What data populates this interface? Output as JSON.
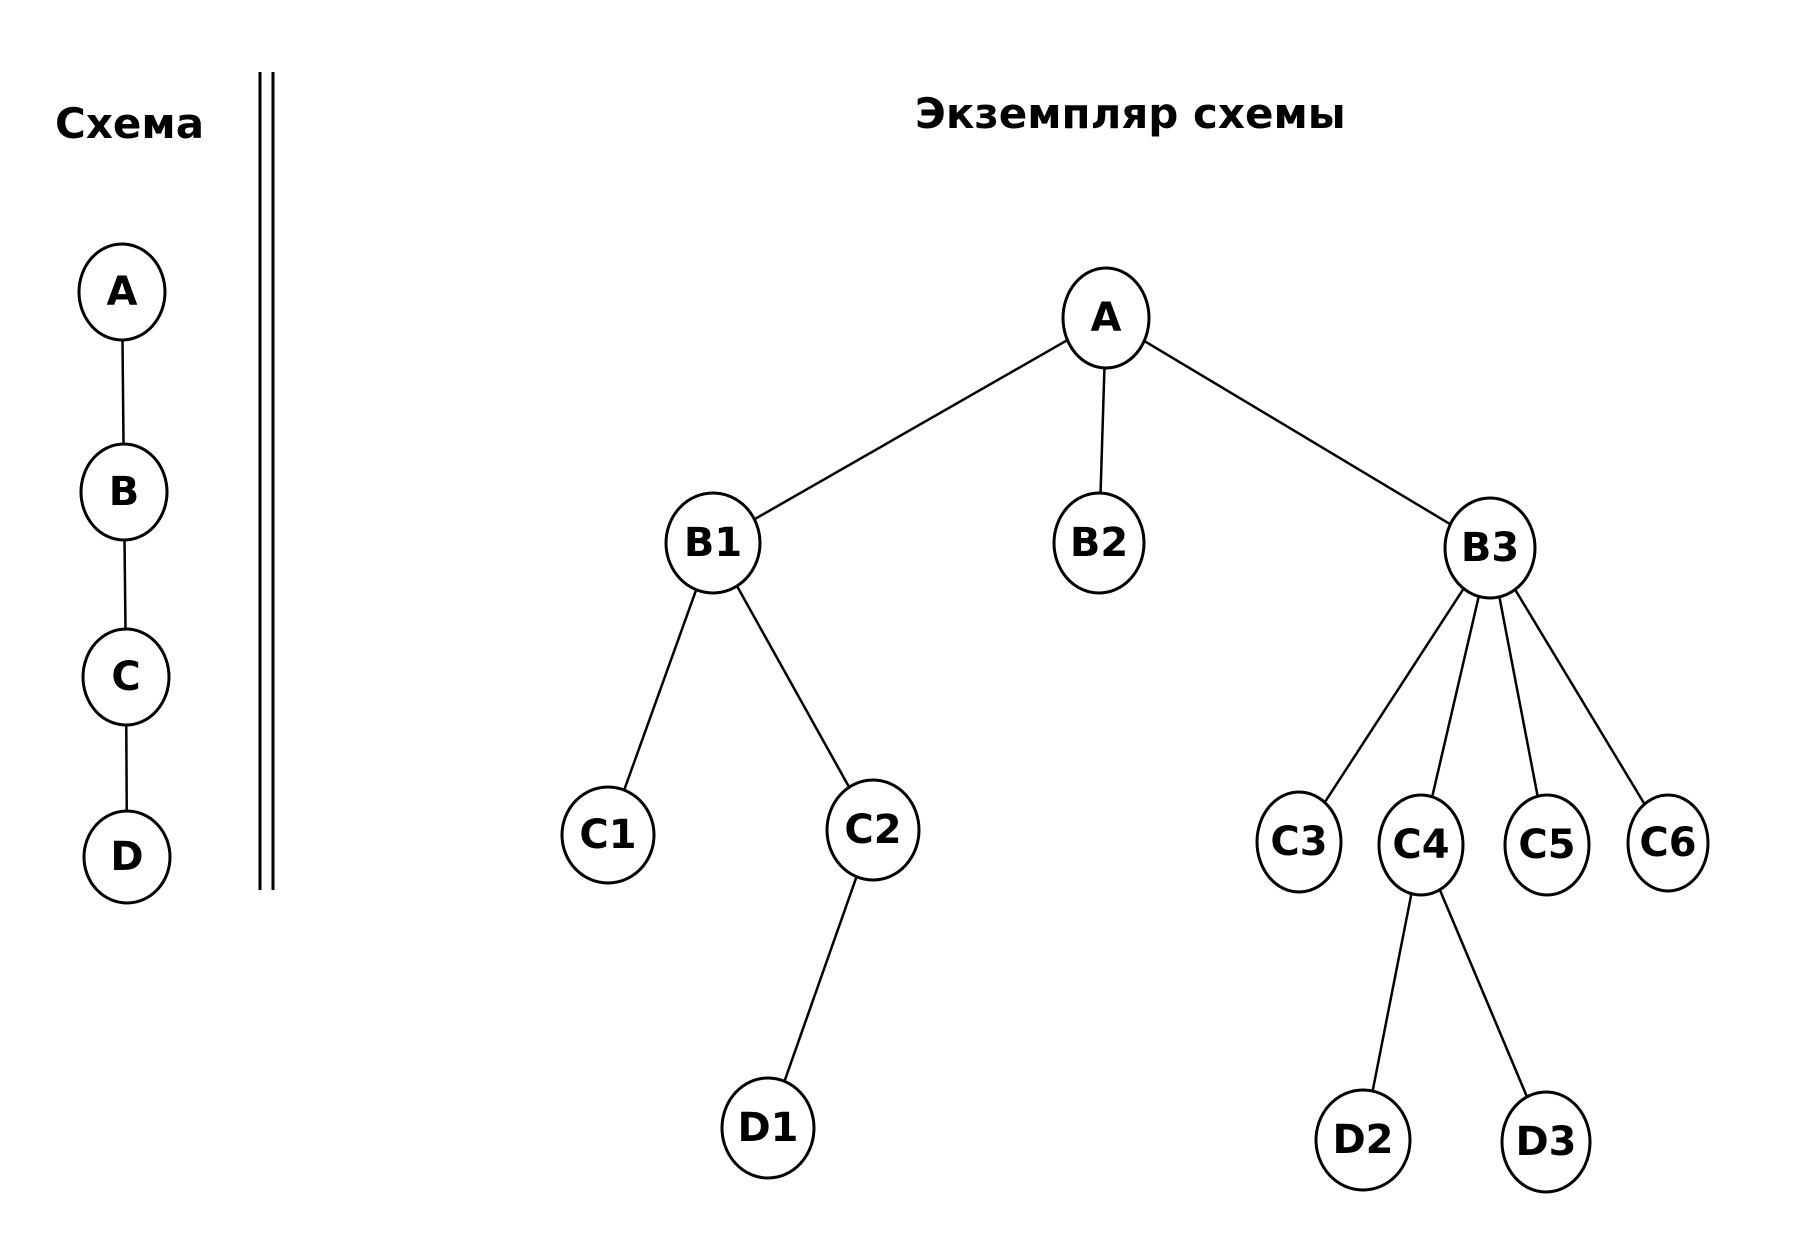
{
  "schema": {
    "title": "Схема",
    "nodes": [
      {
        "id": "A",
        "label": "A"
      },
      {
        "id": "B",
        "label": "B"
      },
      {
        "id": "C",
        "label": "C"
      },
      {
        "id": "D",
        "label": "D"
      }
    ],
    "edges": [
      [
        "A",
        "B"
      ],
      [
        "B",
        "C"
      ],
      [
        "C",
        "D"
      ]
    ]
  },
  "instance": {
    "title": "Экземпляр схемы",
    "nodes": [
      {
        "id": "A",
        "label": "A"
      },
      {
        "id": "B1",
        "label": "B1"
      },
      {
        "id": "B2",
        "label": "B2"
      },
      {
        "id": "B3",
        "label": "B3"
      },
      {
        "id": "C1",
        "label": "C1"
      },
      {
        "id": "C2",
        "label": "C2"
      },
      {
        "id": "C3",
        "label": "C3"
      },
      {
        "id": "C4",
        "label": "C4"
      },
      {
        "id": "C5",
        "label": "C5"
      },
      {
        "id": "C6",
        "label": "C6"
      },
      {
        "id": "D1",
        "label": "D1"
      },
      {
        "id": "D2",
        "label": "D2"
      },
      {
        "id": "D3",
        "label": "D3"
      }
    ],
    "edges": [
      [
        "A",
        "B1"
      ],
      [
        "A",
        "B2"
      ],
      [
        "A",
        "B3"
      ],
      [
        "B1",
        "C1"
      ],
      [
        "B1",
        "C2"
      ],
      [
        "C2",
        "D1"
      ],
      [
        "B3",
        "C3"
      ],
      [
        "B3",
        "C4"
      ],
      [
        "B3",
        "C5"
      ],
      [
        "B3",
        "C6"
      ],
      [
        "C4",
        "D2"
      ],
      [
        "C4",
        "D3"
      ]
    ]
  }
}
